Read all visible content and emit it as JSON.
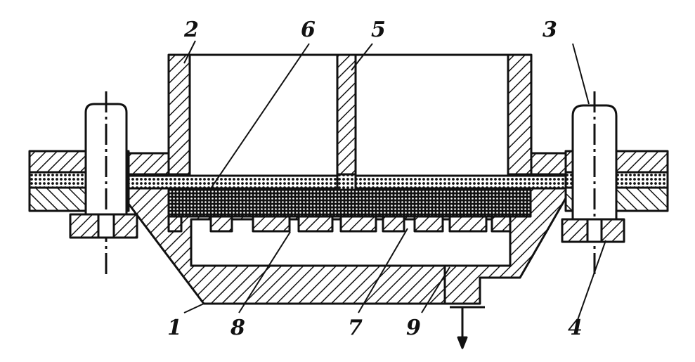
{
  "diagram": {
    "ink_color": "#111111",
    "background_color": "#ffffff",
    "labels": {
      "part_1": "1",
      "part_2": "2",
      "part_3": "3",
      "part_4": "4",
      "part_5": "5",
      "part_6": "6",
      "part_7": "7",
      "part_8": "8",
      "part_9": "9"
    }
  }
}
